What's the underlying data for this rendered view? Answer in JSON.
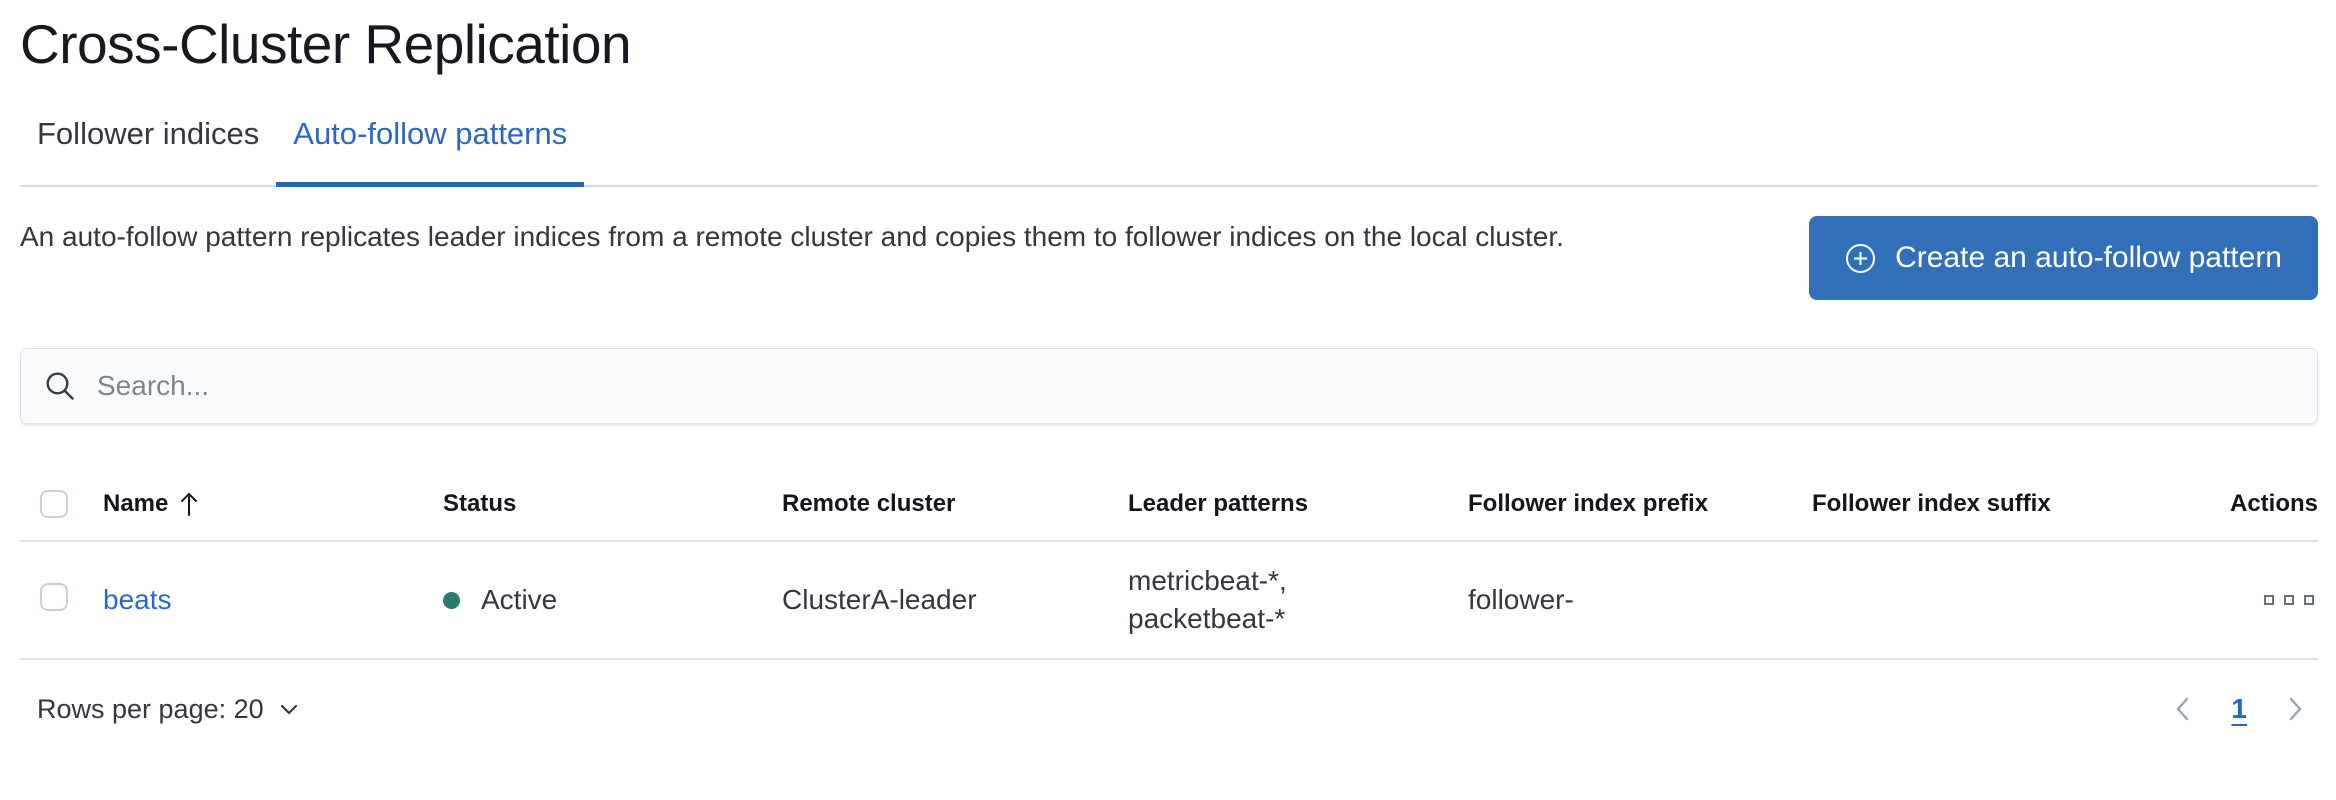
{
  "page": {
    "title": "Cross-Cluster Replication"
  },
  "tabs": [
    {
      "label": "Follower indices",
      "active": false
    },
    {
      "label": "Auto-follow patterns",
      "active": true
    }
  ],
  "intro": {
    "description": "An auto-follow pattern replicates leader indices from a remote cluster and copies them to follower indices on the local cluster.",
    "create_button_label": "Create an auto-follow pattern",
    "create_button_icon": "plus-in-circle-icon"
  },
  "search": {
    "placeholder": "Search...",
    "value": "",
    "icon": "search-icon"
  },
  "table": {
    "sort": {
      "column": "Name",
      "direction": "ascending",
      "icon": "sort-ascending-arrow-icon"
    },
    "columns": {
      "name": "Name",
      "status": "Status",
      "remote_cluster": "Remote cluster",
      "leader_patterns": "Leader patterns",
      "follower_index_prefix": "Follower index prefix",
      "follower_index_suffix": "Follower index suffix",
      "actions": "Actions"
    },
    "rows": [
      {
        "name": "beats",
        "status": "Active",
        "remote_cluster": "ClusterA-leader",
        "leader_patterns": [
          "metricbeat-*,",
          "packetbeat-*"
        ],
        "follower_index_prefix": "follower-",
        "follower_index_suffix": "",
        "actions_icon": "boxes-horizontal-icon"
      }
    ]
  },
  "footer": {
    "rows_per_page_label": "Rows per page: 20",
    "current_page": "1"
  },
  "colors": {
    "link_blue": "#2969cd",
    "tab_active_blue": "#2968c4",
    "tab_underline_blue": "#2b64ab",
    "button_blue": "#3170b8",
    "status_active_dot_green": "#2d7a6e",
    "border_light_gray": "#d3dae6",
    "pagination_arrow_gray": "#98a2b3"
  }
}
